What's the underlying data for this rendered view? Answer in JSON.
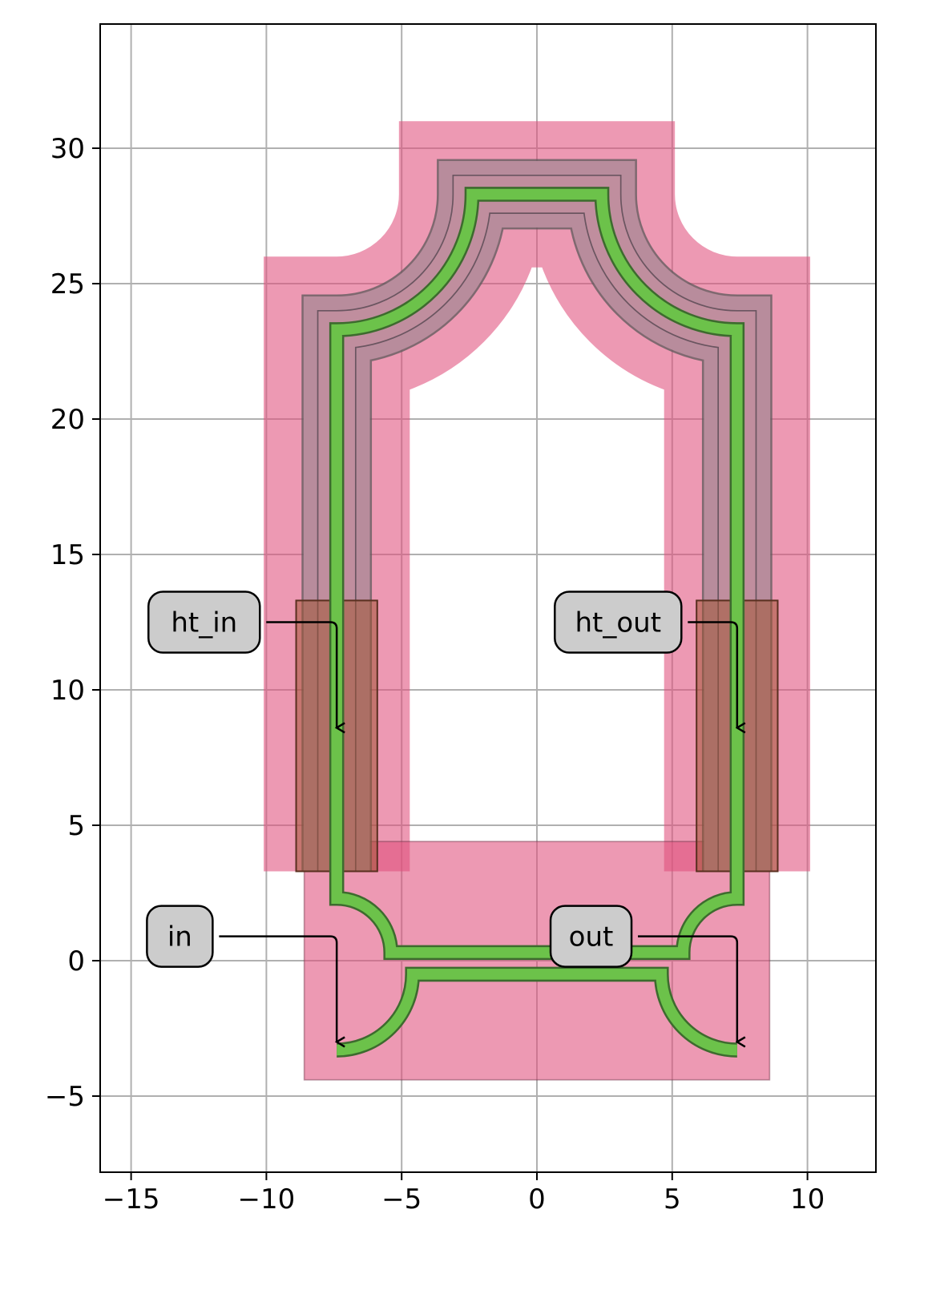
{
  "chart_data": {
    "type": "layout-plot",
    "xlim": [
      -16.1,
      12.5
    ],
    "ylim": [
      -7.8,
      34.6
    ],
    "grid": true,
    "xticks": [
      -15,
      -10,
      -5,
      0,
      5,
      10
    ],
    "yticks": [
      -5,
      0,
      5,
      10,
      15,
      20,
      25,
      30
    ],
    "xtick_labels": [
      "−15",
      "−10",
      "−5",
      "0",
      "5",
      "10"
    ],
    "ytick_labels": [
      "−5",
      "0",
      "5",
      "10",
      "15",
      "20",
      "25",
      "30"
    ],
    "colors": {
      "cladding": "#e0507c",
      "heater": "#8a8a8a",
      "pad": "#c06a30",
      "waveguide": "#6cc24a",
      "label_bg": "#cccccc"
    },
    "ports": [
      {
        "label": "ht_in",
        "port": [
          -7.4,
          8.6
        ],
        "text_at": [
          -12.3,
          12.5
        ]
      },
      {
        "label": "ht_out",
        "port": [
          7.4,
          8.6
        ],
        "text_at": [
          3.0,
          12.5
        ]
      },
      {
        "label": "in",
        "port": [
          -7.4,
          -3.0
        ],
        "text_at": [
          -13.2,
          0.9
        ]
      },
      {
        "label": "out",
        "port": [
          7.4,
          -3.0
        ],
        "text_at": [
          2.0,
          0.9
        ]
      }
    ]
  }
}
